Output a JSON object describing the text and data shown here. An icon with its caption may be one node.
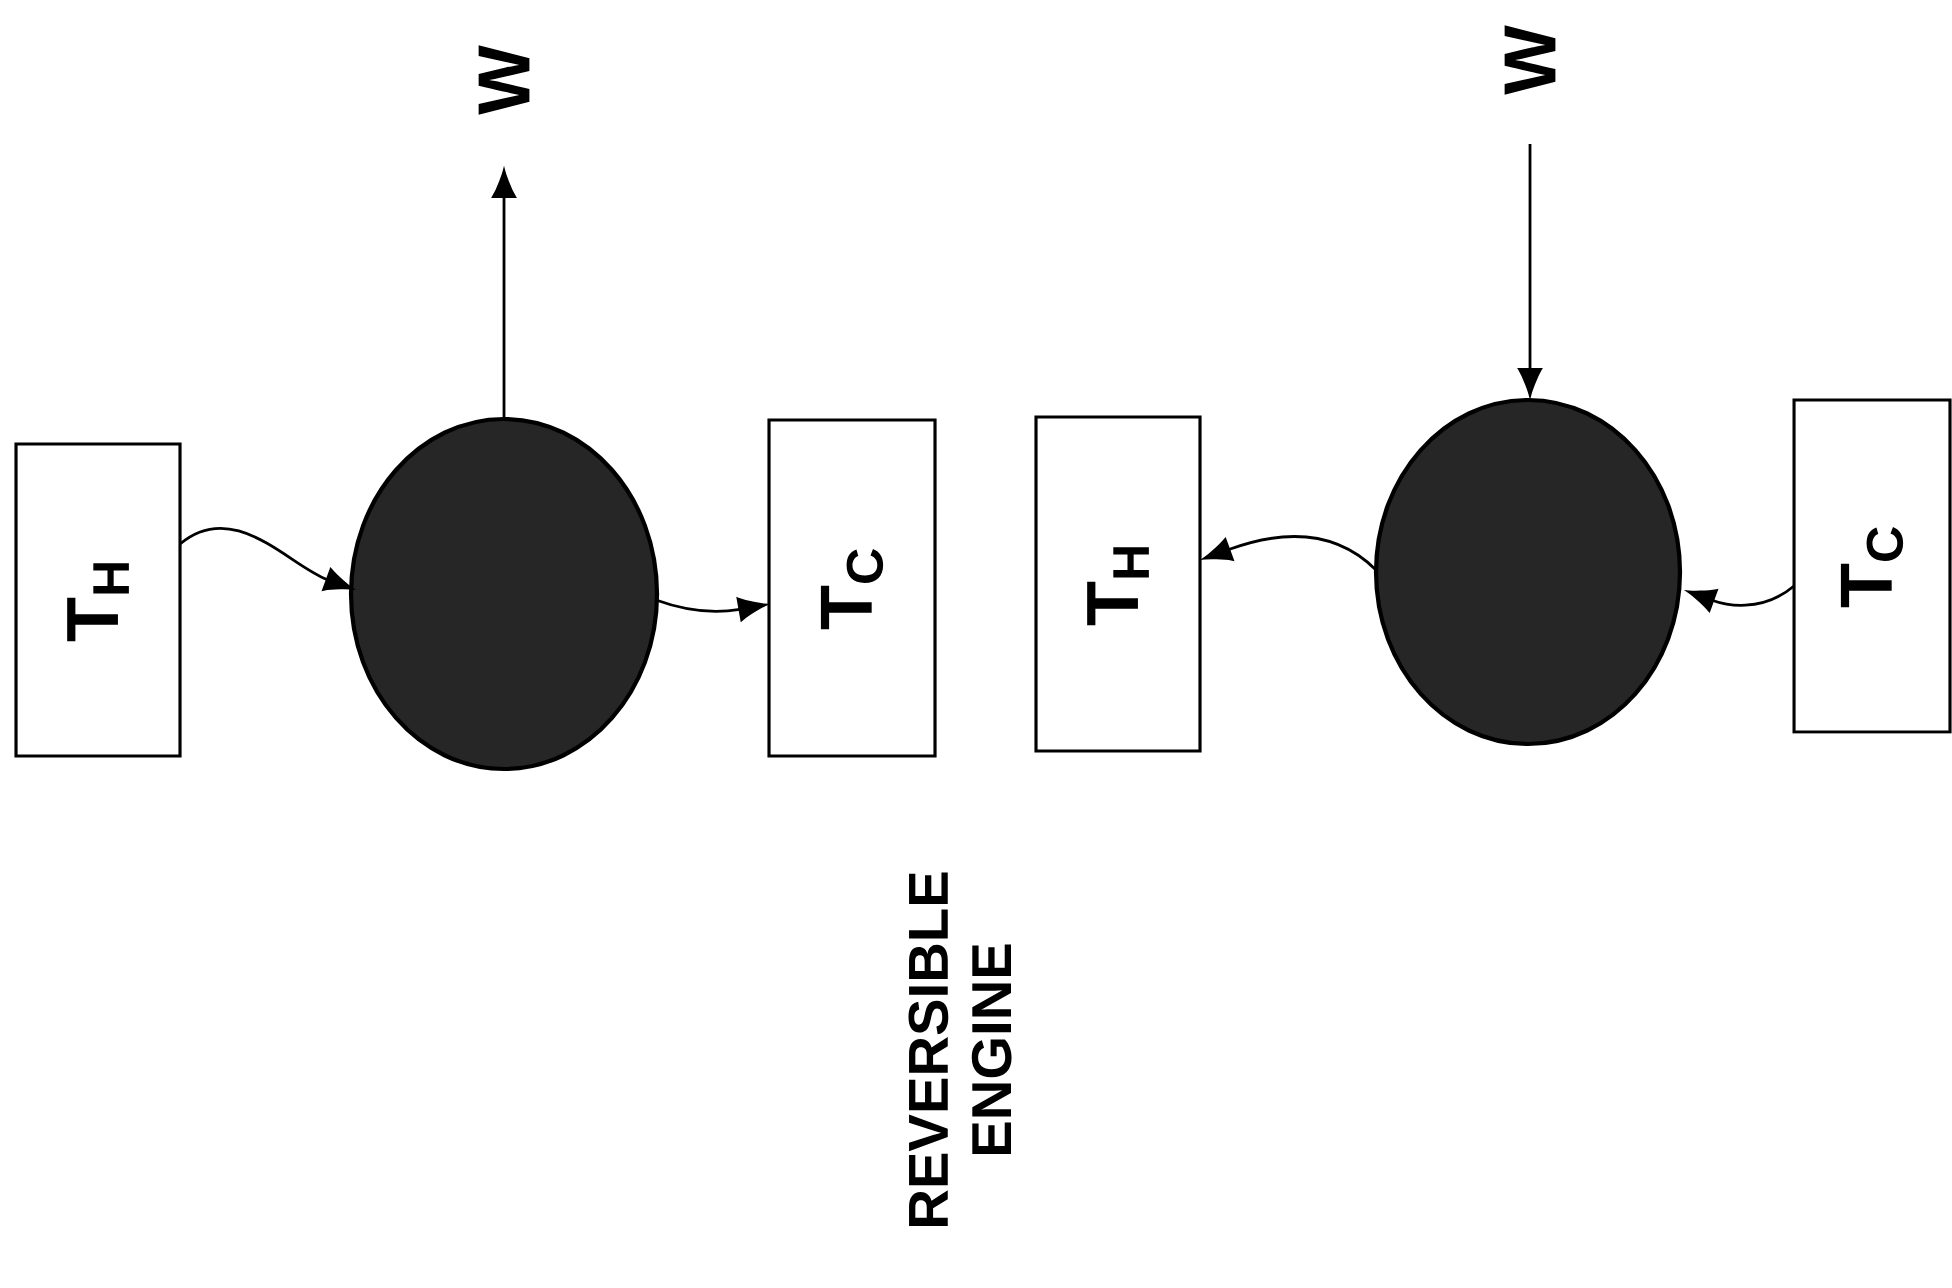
{
  "diagram": {
    "nodes": [
      {
        "text": [
          "T$_{H}$"
        ]
      },
      {
        "text": [],
        "shape": "circle"
      },
      {
        "text": [
          "W"
        ]
      },
      {
        "text": [
          "T$_{C}$"
        ]
      },
      {
        "text": [
          "T$_{H}$"
        ]
      },
      {
        "text": [],
        "shape": "circle"
      },
      {
        "text": [
          "W"
        ]
      },
      {
        "text": [
          "T$_{C}$"
        ]
      }
    ],
    "edges": [
      {
        "from": 0,
        "to": 1,
        "arrow": "to"
      },
      {
        "from": 1,
        "to": 3,
        "arrow": "to"
      },
      {
        "from": 1,
        "to": 2,
        "arrow": "to"
      },
      {
        "from": 6,
        "to": 5,
        "arrow": "to"
      },
      {
        "from": 5,
        "to": 4,
        "arrow": "to"
      },
      {
        "from": 7,
        "to": 5,
        "arrow": "to"
      }
    ],
    "labels": [
      "REVERSIBLE ENGINE"
    ]
  }
}
